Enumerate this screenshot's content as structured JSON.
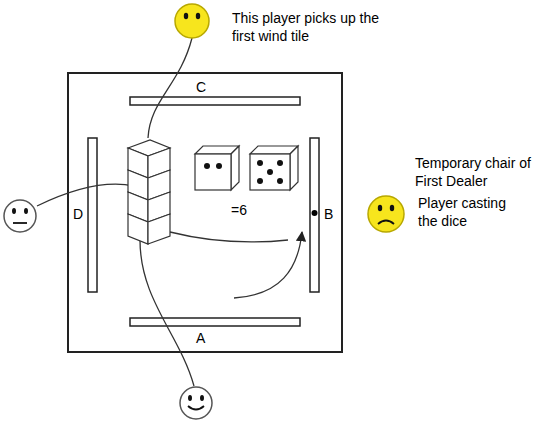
{
  "diagram": {
    "labels": [
      "This player picks up the first wind tile",
      "C",
      "D",
      "=6",
      "B",
      "Temporary chair of First Dealer",
      "Player casting the dice",
      "A"
    ]
  }
}
